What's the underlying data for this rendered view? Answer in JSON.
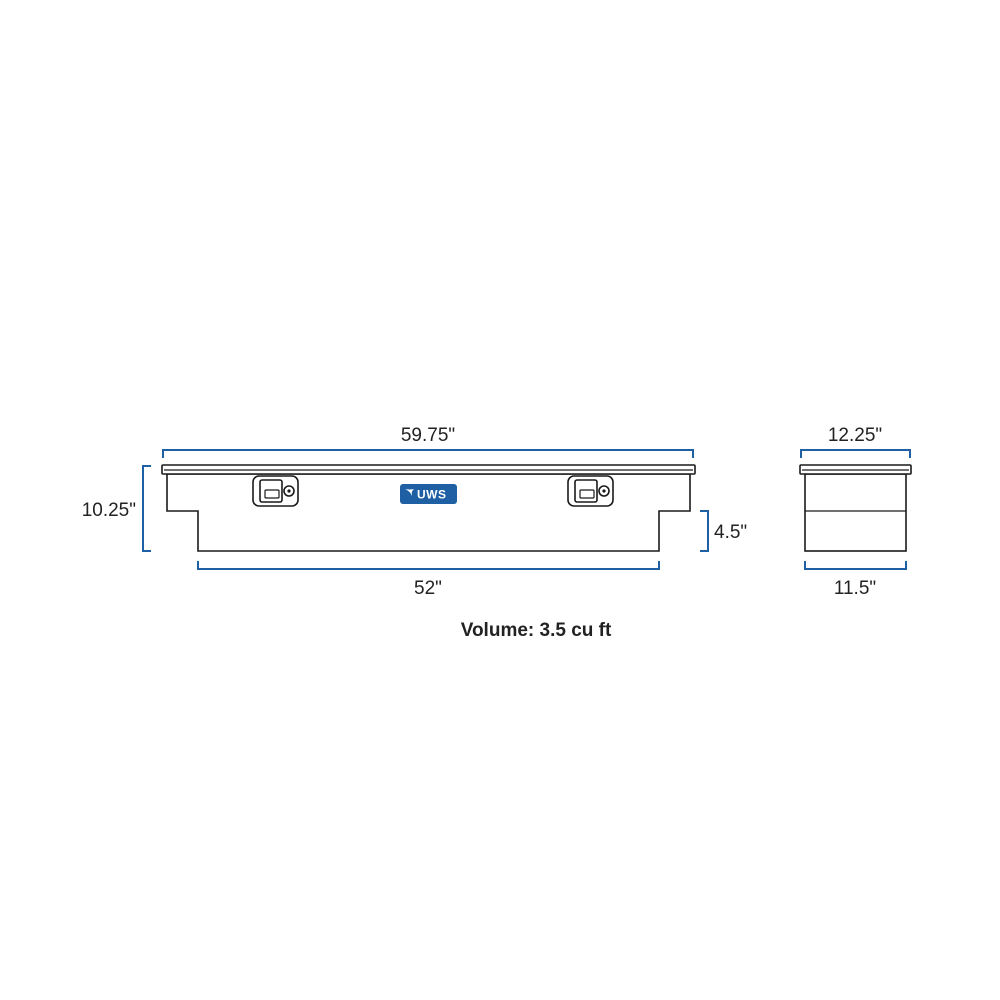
{
  "colors": {
    "dimension_line": "#1f5fa3",
    "logo_badge": "#1f5fa3",
    "outline": "#1a1a1a"
  },
  "dimensions": {
    "overall_length": "59.75\"",
    "bottom_length": "52\"",
    "overall_height": "10.25\"",
    "step_height": "4.5\"",
    "top_depth": "12.25\"",
    "bottom_depth": "11.5\""
  },
  "logo": {
    "text": "UWS",
    "icon": "bird-logo-icon"
  },
  "icons": {
    "latch_left": "latch-icon",
    "latch_right": "latch-icon"
  },
  "volume": "Volume: 3.5 cu ft"
}
